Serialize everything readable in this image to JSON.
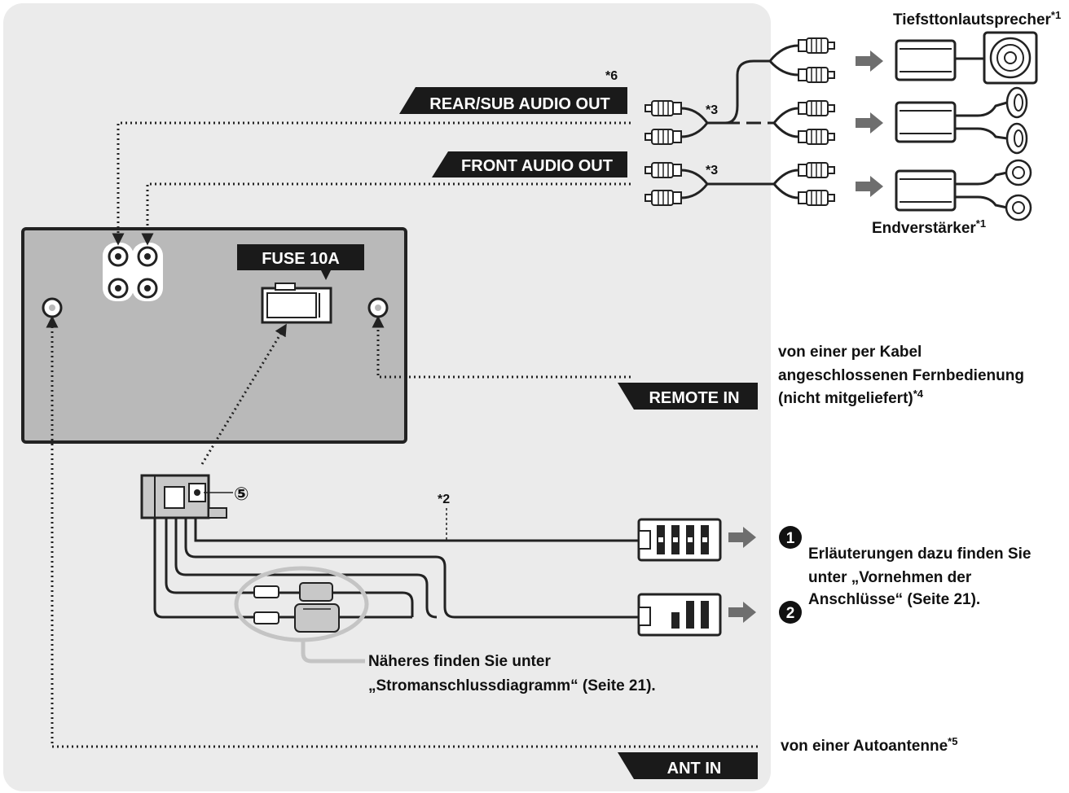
{
  "colors": {
    "panel": "#ebebeb",
    "unit_body": "#b9b9b9",
    "tag": "#1a1a1a",
    "wire": "#222222",
    "arrow": "#6e6e6e",
    "highlight_ring": "#c4c4c4"
  },
  "labels": {
    "rear_sub_audio_out": "REAR/SUB AUDIO OUT",
    "front_audio_out": "FRONT AUDIO OUT",
    "fuse": "FUSE 10A",
    "remote_in": "REMOTE IN",
    "ant_in": "ANT IN"
  },
  "notes": {
    "n6": "*6",
    "n3a": "*3",
    "n3b": "*3",
    "n2": "*2",
    "n5": "⑤",
    "subwoofer_text": "Tiefsttonlautsprecher",
    "subwoofer_sup": "*1",
    "amplifier_text": "Endverstärker",
    "amplifier_sup": "*1"
  },
  "remote_text": {
    "line1": "von einer per Kabel",
    "line2": "angeschlossenen Fernbedienung",
    "line3": "(nicht mitgeliefert)",
    "sup": "*4"
  },
  "connections_text": {
    "line1": "Erläuterungen dazu finden Sie",
    "line2": "unter „Vornehmen der",
    "line3": "Anschlüsse“ (Seite 21)."
  },
  "power_text": {
    "line1": "Näheres finden Sie unter",
    "line2": "„Stromanschlussdiagramm“ (Seite 21)."
  },
  "antenna_text": {
    "main": "von einer Autoantenne",
    "sup": "*5"
  },
  "markers": {
    "one": "1",
    "two": "2"
  }
}
